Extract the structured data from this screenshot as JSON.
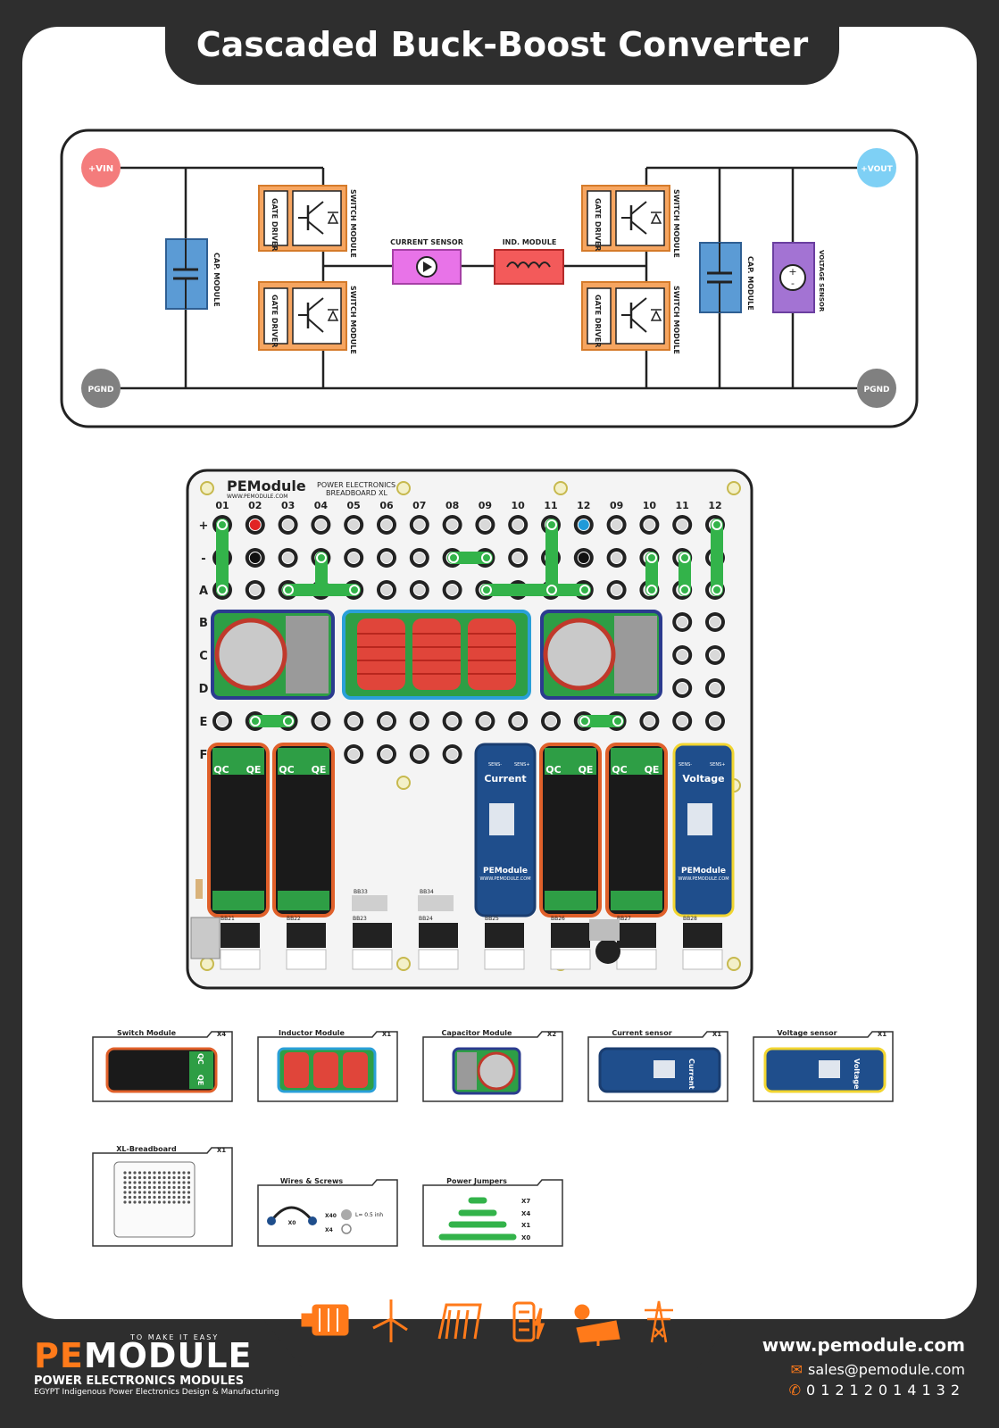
{
  "title": "Cascaded Buck-Boost Converter",
  "schematic": {
    "vin": "+VIN",
    "vout": "+VOUT",
    "pgnd": "PGND",
    "cap_module": "CAP. MODULE",
    "gate_driver": "GATE DRIVER",
    "switch_module": "SWITCH MODULE",
    "current_sensor": "CURRENT SENSOR",
    "ind_module": "IND. MODULE",
    "voltage_sensor": "VOLTAGE SENSOR"
  },
  "breadboard": {
    "brand": "PEModule",
    "brand_url": "WWW.PEMODULE.COM",
    "subtitle_line1": "POWER ELECTRONICS",
    "subtitle_line2": "BREADBOARD XL",
    "columns": [
      "01",
      "02",
      "03",
      "04",
      "05",
      "06",
      "07",
      "08",
      "09",
      "10",
      "11",
      "12",
      "09",
      "10",
      "11",
      "12"
    ],
    "rows": [
      "+",
      "-",
      "A",
      "B",
      "C",
      "D",
      "E",
      "F"
    ],
    "qc": "QC",
    "qe": "QE",
    "current_label": "Current",
    "voltage_label": "Voltage",
    "sens_minus": "SENS-",
    "sens_plus": "SENS+",
    "module_brand": "PEModule",
    "module_url": "WWW.PEMODULE.COM",
    "header_labels": [
      "BB21",
      "BB22",
      "BB23",
      "BB24",
      "BB25",
      "BB26",
      "BB27",
      "BB28"
    ],
    "extra_labels": [
      "BB33",
      "BB34"
    ]
  },
  "parts": [
    {
      "name": "Switch Module",
      "qty": "X4"
    },
    {
      "name": "Inductor Module",
      "qty": "X1"
    },
    {
      "name": "Capacitor Module",
      "qty": "X2"
    },
    {
      "name": "Current sensor",
      "qty": "X1"
    },
    {
      "name": "Voltage sensor",
      "qty": "X1"
    },
    {
      "name": "XL-Breadboard",
      "qty": "X1"
    },
    {
      "name": "Wires & Screws",
      "qty": ""
    },
    {
      "name": "Power Jumpers",
      "qty": ""
    }
  ],
  "wires": {
    "wire_qty": "X0",
    "screw_qty": "X40",
    "screw_len": "L= 0.5 inh",
    "nut_qty": "X4"
  },
  "jumpers": {
    "q1": "X7",
    "q2": "X4",
    "q3": "X1",
    "q4": "X0"
  },
  "footer": {
    "logo_pe": "PE",
    "logo_module": "MODULE",
    "tagline": "TO MAKE IT EASY",
    "company": "POWER ELECTRONICS MODULES",
    "company_sub": "EGYPT Indigenous Power Electronics Design & Manufacturing",
    "website": "www.pemodule.com",
    "email": "sales@pemodule.com",
    "phone": "01212014132"
  },
  "colors": {
    "dark": "#2e2e2e",
    "orange": "#ff7a1a",
    "switch_fill": "#f6a560",
    "cap_fill": "#5b9bd5",
    "sensor_fill": "#e873e8",
    "ind_fill": "#f35a5a",
    "vsensor_fill": "#a373d3",
    "vin": "#f47c7c",
    "vout": "#7ed0f5",
    "pgnd": "#808080",
    "pcb_green": "#2e9e45",
    "jumper_green": "#33b34a",
    "blue_pcb": "#1f4e8c"
  }
}
